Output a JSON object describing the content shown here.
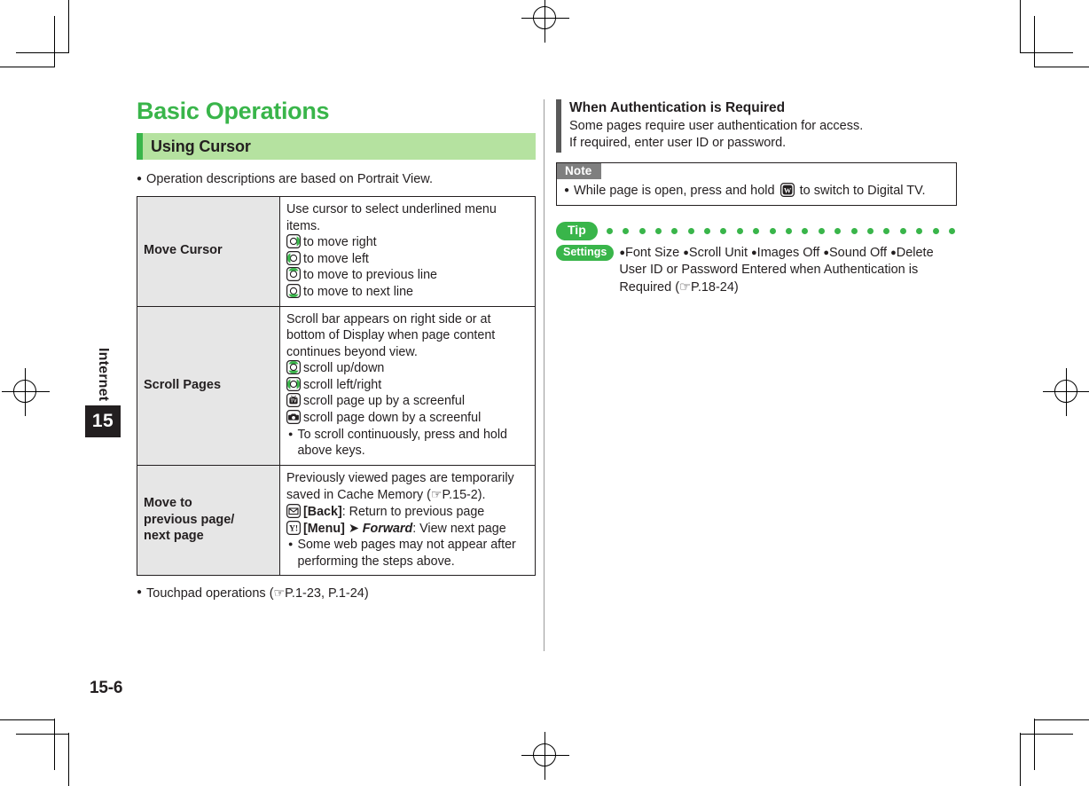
{
  "page": {
    "number": "15-6",
    "chapter_label": "Internet",
    "chapter_number": "15",
    "accent_green": "#39b54a",
    "band_green": "#b5e2a0",
    "note_gray": "#7f7f7f",
    "key_cell_gray": "#e6e6e6"
  },
  "left": {
    "title": "Basic Operations",
    "section": "Using Cursor",
    "intro_bullet": "Operation descriptions are based on Portrait View.",
    "table": {
      "rows": [
        {
          "key": "Move Cursor",
          "lines": [
            {
              "icon": null,
              "text": "Use cursor to select underlined menu items."
            },
            {
              "icon": "dpad-right-key-icon",
              "text": "to move right"
            },
            {
              "icon": "dpad-left-key-icon",
              "text": "to move left"
            },
            {
              "icon": "dpad-up-key-icon",
              "text": "to move to previous line"
            },
            {
              "icon": "dpad-down-key-icon",
              "text": "to move to next line"
            }
          ]
        },
        {
          "key": "Scroll Pages",
          "lines": [
            {
              "icon": null,
              "text": "Scroll bar appears on right side or at bottom of Display when page content continues beyond view."
            },
            {
              "icon": "dpad-updown-key-icon",
              "text": "scroll up/down"
            },
            {
              "icon": "dpad-leftright-key-icon",
              "text": "scroll left/right"
            },
            {
              "icon": "tv-key-icon",
              "text": "scroll page up by a screenful"
            },
            {
              "icon": "camera-key-icon",
              "text": "scroll page down by a screenful"
            },
            {
              "icon": "bullet",
              "text": "To scroll continuously, press and hold above keys."
            }
          ]
        },
        {
          "key": "Move to previous page/ next page",
          "lines": [
            {
              "icon": null,
              "text": "Previously viewed pages are temporarily saved in Cache Memory (☞P.15-2)."
            },
            {
              "icon": "mail-key-icon",
              "text": "[Back]: Return to previous page"
            },
            {
              "icon": "yahoo-key-icon",
              "text": "[Menu] ➔ Forward: View next page"
            },
            {
              "icon": "bullet",
              "text": "Some web pages may not appear after performing the steps above."
            }
          ]
        }
      ]
    },
    "footer_bullet": "Touchpad operations (☞P.1-23, P.1-24)"
  },
  "right": {
    "headline": {
      "title": "When Authentication is Required",
      "lines": [
        "Some pages require user authentication for access.",
        "If required, enter user ID or password."
      ]
    },
    "note": {
      "tab_label": "Note",
      "text_before_key": "While page is open, press and hold",
      "key_icon": "digital-tv-key-icon",
      "text_after_key": "to switch to Digital TV."
    },
    "tip": {
      "tab_label": "Tip",
      "dot_count": 22,
      "settings_label": "Settings",
      "items": [
        "Font Size",
        "Scroll Unit",
        "Images Off",
        "Sound Off",
        "Delete"
      ],
      "continuation": "User ID or Password Entered when Authentication is Required",
      "reference": "(☞P.18-24)"
    }
  }
}
